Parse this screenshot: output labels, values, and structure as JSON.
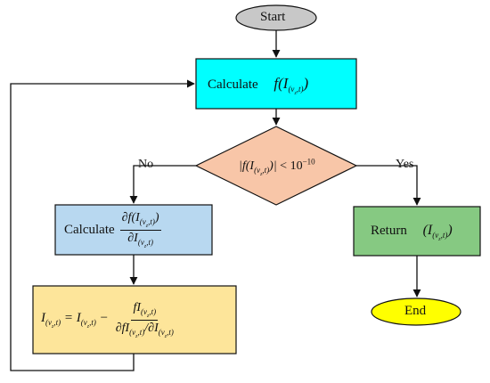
{
  "nodes": {
    "start": "Start",
    "calc_f": {
      "prefix": "Calculate",
      "expr": "f(I(vz,t))"
    },
    "decision": {
      "expr": "|f(I(vz,t))| < 10−10"
    },
    "calc_deriv": {
      "prefix": "Calculate",
      "numerator": "∂f(I(vz,t))",
      "denominator": "∂I(vz,t)"
    },
    "update": {
      "lhs": "I(vz,t) = I(vz,t) −",
      "numerator": "fI(vz,t)",
      "denominator": "∂fI(vz,t)/∂I(vz,t)"
    },
    "return": {
      "prefix": "Return",
      "expr": "(I(vz,t))"
    },
    "end": "End"
  },
  "edges": {
    "no_label": "No",
    "yes_label": "Yes"
  },
  "colors": {
    "start_fill": "#c8c8c8",
    "calc_fill": "#00ffff",
    "decision_fill": "#f8c6a8",
    "deriv_fill": "#b8d8f0",
    "update_fill": "#fde59a",
    "return_fill": "#86c982",
    "end_fill": "#ffff00"
  }
}
